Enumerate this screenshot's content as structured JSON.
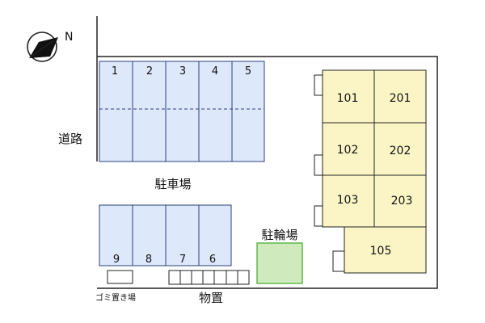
{
  "compass": {
    "north_label": "N"
  },
  "road": {
    "label": "道路"
  },
  "parking": {
    "label": "駐車場",
    "top_row": [
      "1",
      "2",
      "3",
      "4",
      "5"
    ],
    "bottom_row": [
      "9",
      "8",
      "7",
      "6"
    ]
  },
  "bicycle_parking": {
    "label": "駐輪場"
  },
  "garbage": {
    "label": "ゴミ置き場"
  },
  "storage": {
    "label": "物置"
  },
  "building": {
    "units_left": [
      "101",
      "102",
      "103"
    ],
    "units_right": [
      "201",
      "202",
      "203"
    ],
    "unit_extra": "105"
  },
  "colors": {
    "parking_fill": "#dde8fb",
    "parking_stroke": "#2a3f7a",
    "building_fill": "#fbf5c6",
    "bike_fill": "#cfeabd",
    "bike_stroke": "#5fb84a"
  }
}
